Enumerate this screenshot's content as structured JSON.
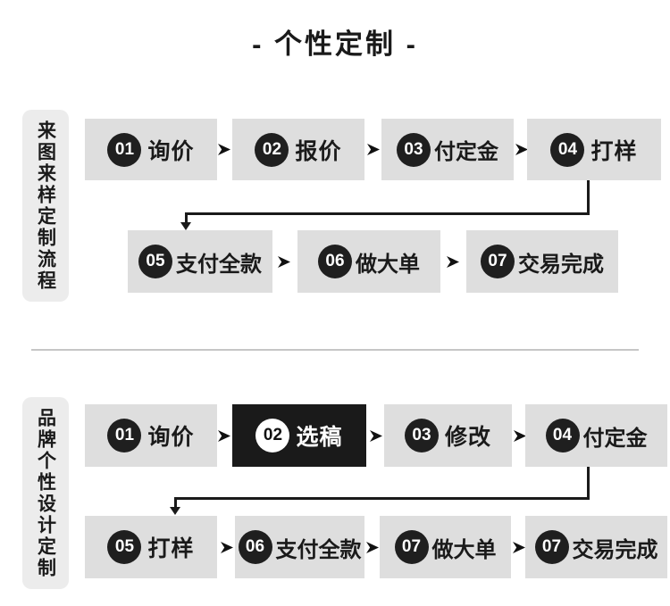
{
  "page": {
    "title": "- 个性定制 -"
  },
  "colors": {
    "box_bg": "#dedede",
    "label_bg": "#ececec",
    "highlight_bg": "#1a1a1a",
    "circle_bg": "#1f1f1f",
    "text": "#1a1a1a",
    "connector": "#1a1a1a",
    "divider": "#c6c6c6"
  },
  "sections": [
    {
      "label": "来图来样定制流程",
      "rows": [
        {
          "steps": [
            {
              "num": "01",
              "label": "询价"
            },
            {
              "num": "02",
              "label": "报价"
            },
            {
              "num": "03",
              "label": "付定金"
            },
            {
              "num": "04",
              "label": "打样"
            }
          ]
        },
        {
          "steps": [
            {
              "num": "05",
              "label": "支付全款"
            },
            {
              "num": "06",
              "label": "做大单"
            },
            {
              "num": "07",
              "label": "交易完成"
            }
          ]
        }
      ]
    },
    {
      "label": "品牌个性设计定制",
      "rows": [
        {
          "steps": [
            {
              "num": "01",
              "label": "询价"
            },
            {
              "num": "02",
              "label": "选稿",
              "highlight": true
            },
            {
              "num": "03",
              "label": "修改"
            },
            {
              "num": "04",
              "label": "付定金"
            }
          ]
        },
        {
          "steps": [
            {
              "num": "05",
              "label": "打样"
            },
            {
              "num": "06",
              "label": "支付全款"
            },
            {
              "num": "07",
              "label": "做大单"
            },
            {
              "num": "07",
              "label": "交易完成"
            }
          ]
        }
      ]
    }
  ]
}
